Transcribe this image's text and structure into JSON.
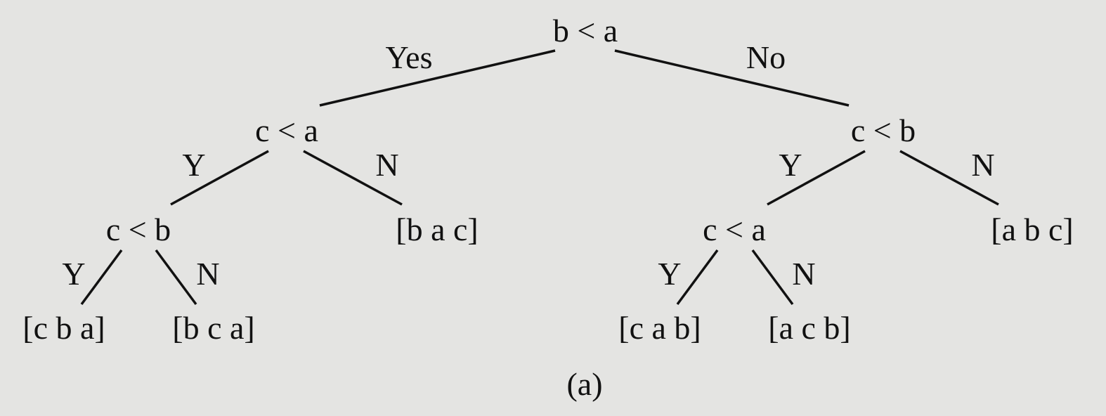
{
  "diagram": {
    "nodes": {
      "root": "b < a",
      "l": "c < a",
      "r": "c < b",
      "ll": "c < b",
      "rl": "c < a"
    },
    "leaves": {
      "lr": "[b a c]",
      "rr": "[a b c]",
      "lll": "[c b a]",
      "llr": "[b c a]",
      "rll": "[c a b]",
      "rlr": "[a c b]"
    },
    "edge_labels": {
      "root_yes": "Yes",
      "root_no": "No",
      "l_y": "Y",
      "l_n": "N",
      "r_y": "Y",
      "r_n": "N",
      "ll_y": "Y",
      "ll_n": "N",
      "rl_y": "Y",
      "rl_n": "N"
    },
    "caption": "(a)"
  }
}
